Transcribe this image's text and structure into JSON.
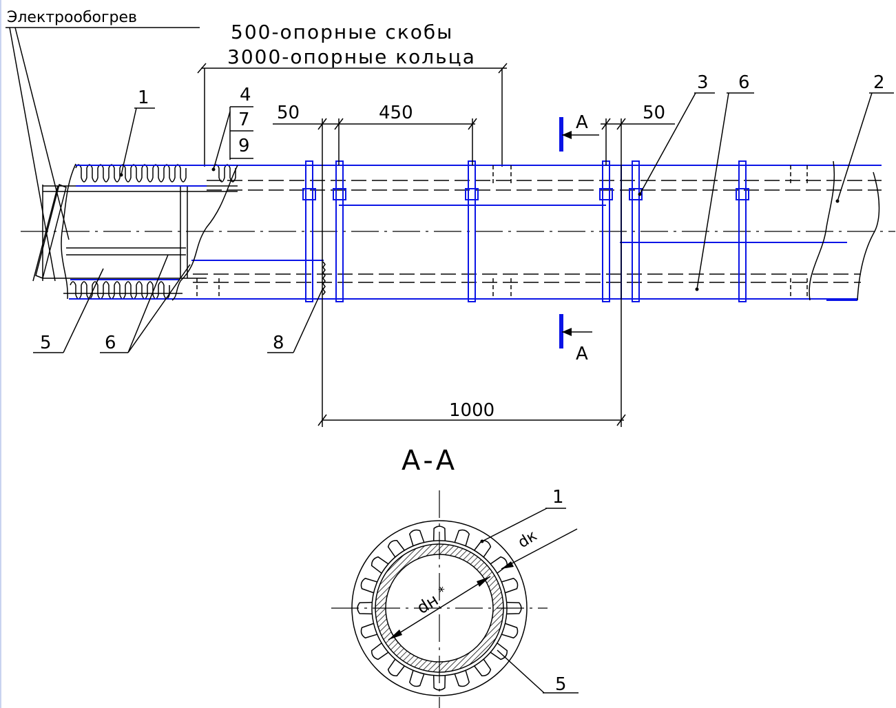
{
  "labels": {
    "heating": "Электрообогрев",
    "note_brackets": "500-опорные скобы",
    "note_rings": "3000-опорные кольца",
    "dim_50_left": "50",
    "dim_450": "450",
    "dim_50_right": "50",
    "dim_1000": "1000",
    "pos_1": "1",
    "pos_2": "2",
    "pos_3": "3",
    "pos_4": "4",
    "pos_5": "5",
    "pos_6a": "6",
    "pos_6b": "6",
    "pos_7": "7",
    "pos_8": "8",
    "pos_9": "9",
    "cut_top": "А",
    "cut_bottom": "А",
    "section_title": "А-А",
    "sec_pos_1": "1",
    "sec_pos_5": "5",
    "dim_dn": "dн",
    "dim_dk": "dк"
  },
  "colors": {
    "line": "#000000",
    "blue": "#0a14e6",
    "border": "#c9d3f0"
  }
}
